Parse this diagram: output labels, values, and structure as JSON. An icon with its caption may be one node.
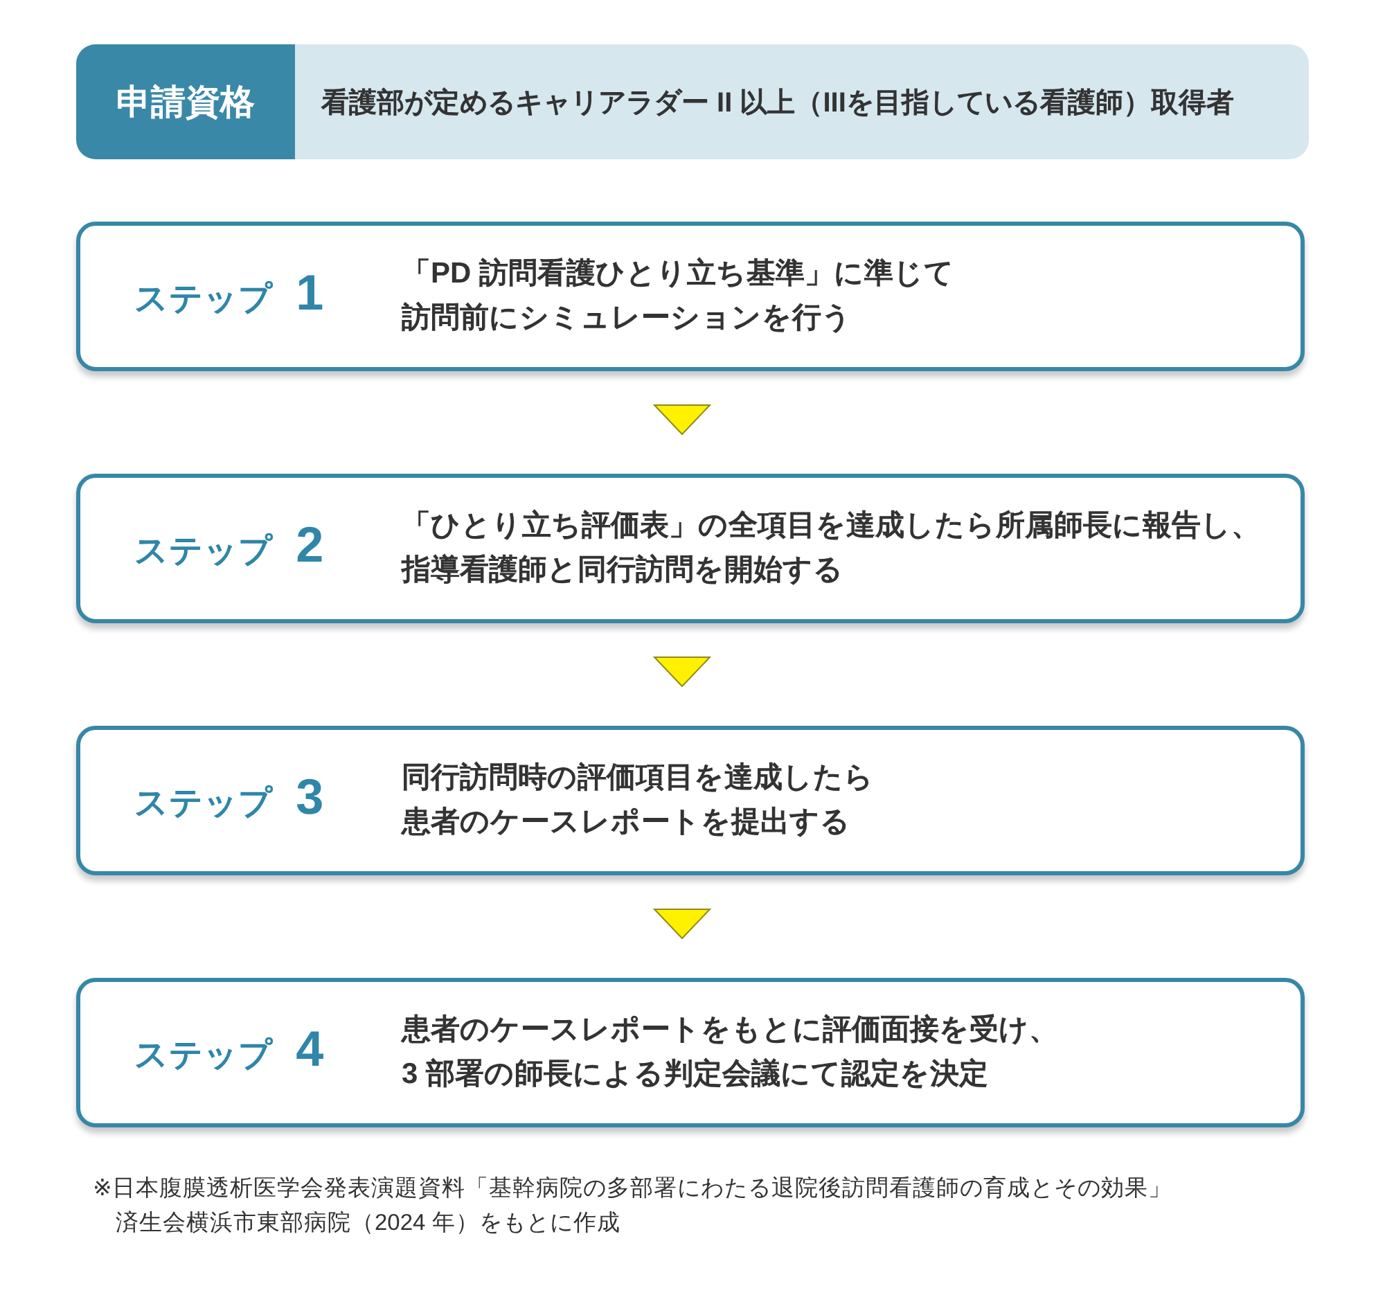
{
  "diagram": {
    "nodes": [
      {
        "text": [
          "申請資格",
          "看護部が定めるキャリアラダー II 以上（IIIを目指している看護師）取得者"
        ]
      },
      {
        "text": [
          "ステップ 1",
          "「PD 訪問看護ひとり立ち基準」に準じて訪問前にシミュレーションを行う"
        ]
      },
      {
        "text": [
          "ステップ 2",
          "「ひとり立ち評価表」の全項目を達成したら所属師長に報告し、指導看護師と同行訪問を開始する"
        ]
      },
      {
        "text": [
          "ステップ 3",
          "同行訪問時の評価項目を達成したら患者のケースレポートを提出する"
        ]
      },
      {
        "text": [
          "ステップ 4",
          "患者のケースレポートをもとに評価面接を受け、3 部署の師長による判定会議にて認定を決定"
        ]
      }
    ],
    "edges": [
      {
        "from": 1,
        "to": 2,
        "arrow": "to"
      },
      {
        "from": 2,
        "to": 3,
        "arrow": "to"
      },
      {
        "from": 3,
        "to": 4,
        "arrow": "to"
      }
    ],
    "labels": [
      "※日本腹膜透析医学会発表演題資料「基幹病院の多部署にわたる退院後訪問看護師の育成とその効果」済生会横浜市東部病院（2024 年）をもとに作成"
    ]
  }
}
